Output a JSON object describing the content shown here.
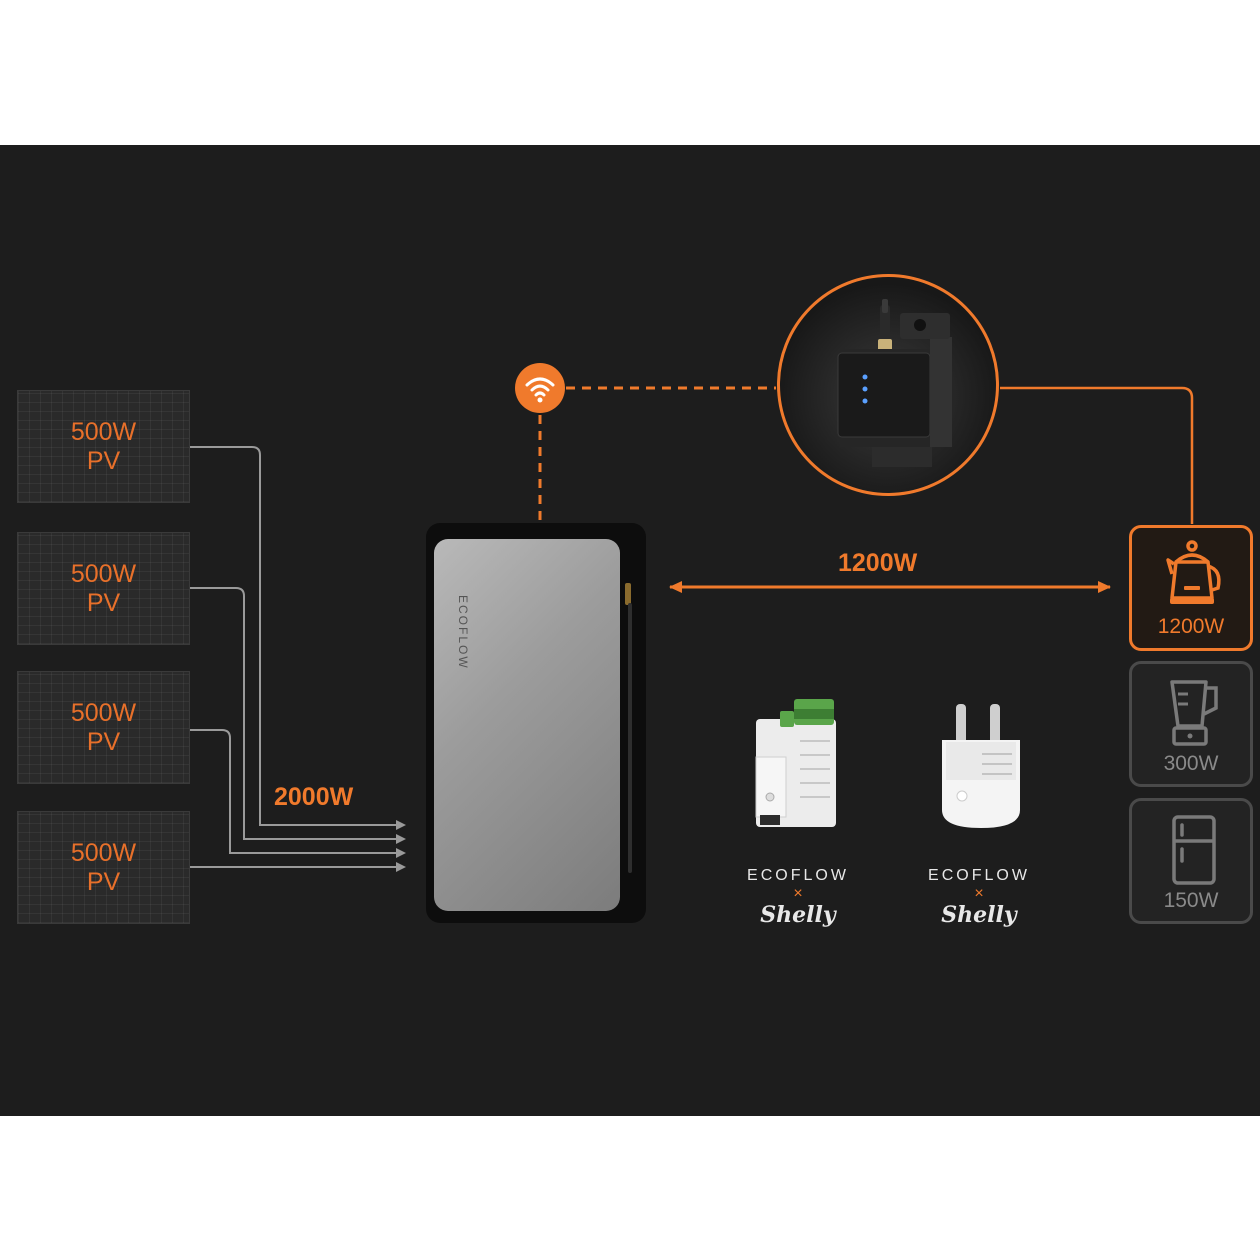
{
  "pv_panels": [
    {
      "power": "500W",
      "type": "PV"
    },
    {
      "power": "500W",
      "type": "PV"
    },
    {
      "power": "500W",
      "type": "PV"
    },
    {
      "power": "500W",
      "type": "PV"
    }
  ],
  "pv_total": "2000W",
  "battery": {
    "brand": "ECOFLOW"
  },
  "output_flow": "1200W",
  "appliances": [
    {
      "icon": "kettle-icon",
      "power": "1200W",
      "active": true
    },
    {
      "icon": "blender-icon",
      "power": "300W",
      "active": false
    },
    {
      "icon": "fridge-icon",
      "power": "150W",
      "active": false
    }
  ],
  "partners": [
    {
      "device": "din-rail-meter",
      "brand": "ECOFLOW",
      "x": "×",
      "partner": "Shelly"
    },
    {
      "device": "smart-plug",
      "brand": "ECOFLOW",
      "x": "×",
      "partner": "Shelly"
    }
  ],
  "colors": {
    "accent": "#f07a2c",
    "background": "#1d1d1d",
    "inactive": "#4a4a4a"
  }
}
